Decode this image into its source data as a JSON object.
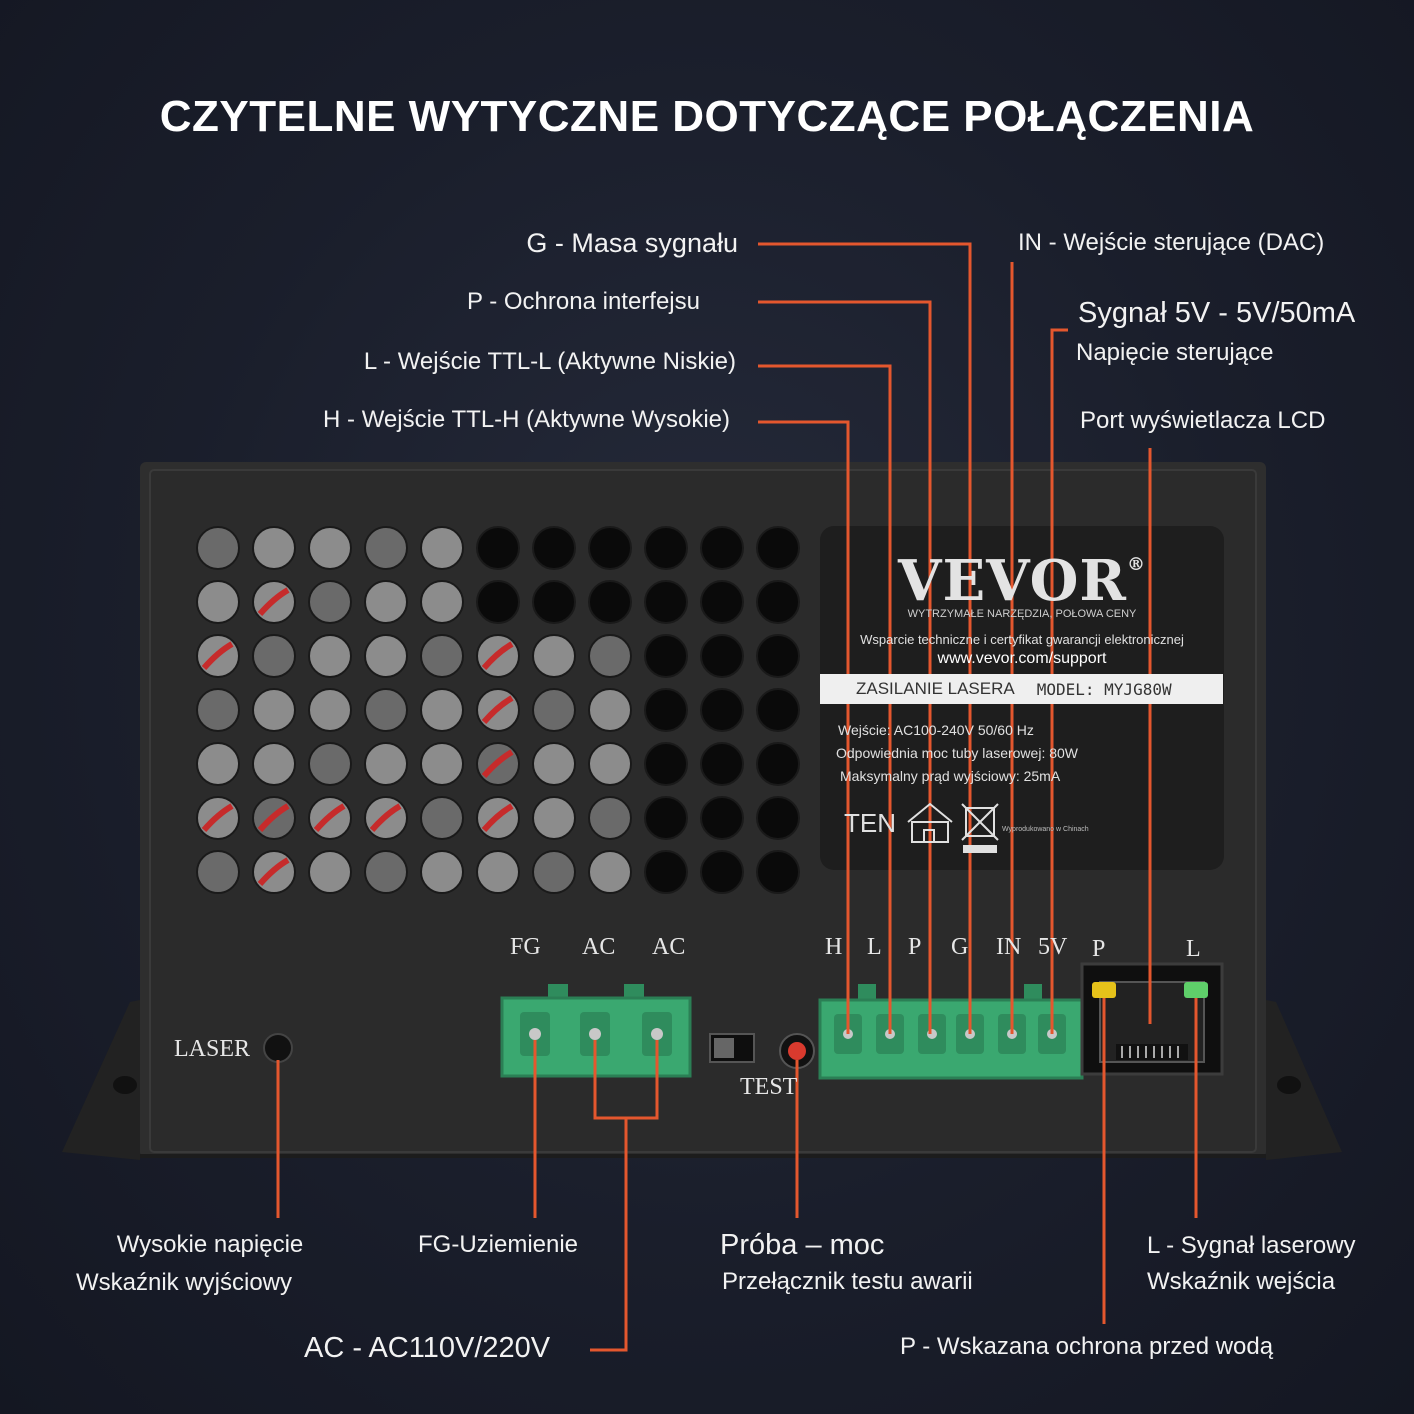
{
  "title": "CZYTELNE WYTYCZNE DOTYCZĄCE POŁĄCZENIA",
  "callouts": {
    "g": "G - Masa sygnału",
    "p": "P - Ochrona interfejsu",
    "l": "L - Wejście TTL-L (Aktywne Niskie)",
    "h": "H - Wejście TTL-H (Aktywne Wysokie)",
    "in": "IN - Wejście sterujące (DAC)",
    "v5_title": "Sygnał 5V - 5V/50mA",
    "v5_sub": "Napięcie sterujące",
    "lcd": "Port wyświetlacza LCD",
    "laser_line1": "Wysokie napięcie",
    "laser_line2": "Wskaźnik wyjściowy",
    "fg": "FG-Uziemienie",
    "ac": "AC - AC110V/220V",
    "test_title": "Próba – moc",
    "test_sub": "Przełącznik testu awarii",
    "l_signal_line1": "L - Sygnał laserowy",
    "l_signal_line2": "Wskaźnik wejścia",
    "p_water": "P - Wskazana ochrona przed wodą"
  },
  "device": {
    "terminal_labels_power": [
      "FG",
      "AC",
      "AC"
    ],
    "terminal_labels_signal": [
      "H",
      "L",
      "P",
      "G",
      "IN",
      "5V"
    ],
    "port_labels": [
      "P",
      "L"
    ],
    "laser_label": "LASER",
    "test_label": "TEST",
    "brand": "VEVOR",
    "brand_mark": "®",
    "tagline": "WYTRZYMAŁE NARZĘDZIA, POŁOWA CENY",
    "support_text": "Wsparcie techniczne i certyfikat gwarancji elektronicznej",
    "support_url": "www.vevor.com/support",
    "product_name": "ZASILANIE LASERA",
    "model": "MODEL: MYJG80W",
    "spec_input": "Wejście: AC100-240V 50/60 Hz",
    "spec_tube": "Odpowiednia moc tuby laserowej: 80W",
    "spec_current": "Maksymalny prąd wyjściowy: 25mA",
    "cert_mark": "TEN",
    "made_in": "Wyprodukowano w Chinach"
  },
  "colors": {
    "background": "#1a1e2b",
    "leader_line": "#e4572e",
    "terminal_green": "#3aa870",
    "chassis": "#2c2c2c"
  },
  "icons": [
    "house-icon",
    "weee-bin-icon",
    "rj45-port-icon"
  ]
}
